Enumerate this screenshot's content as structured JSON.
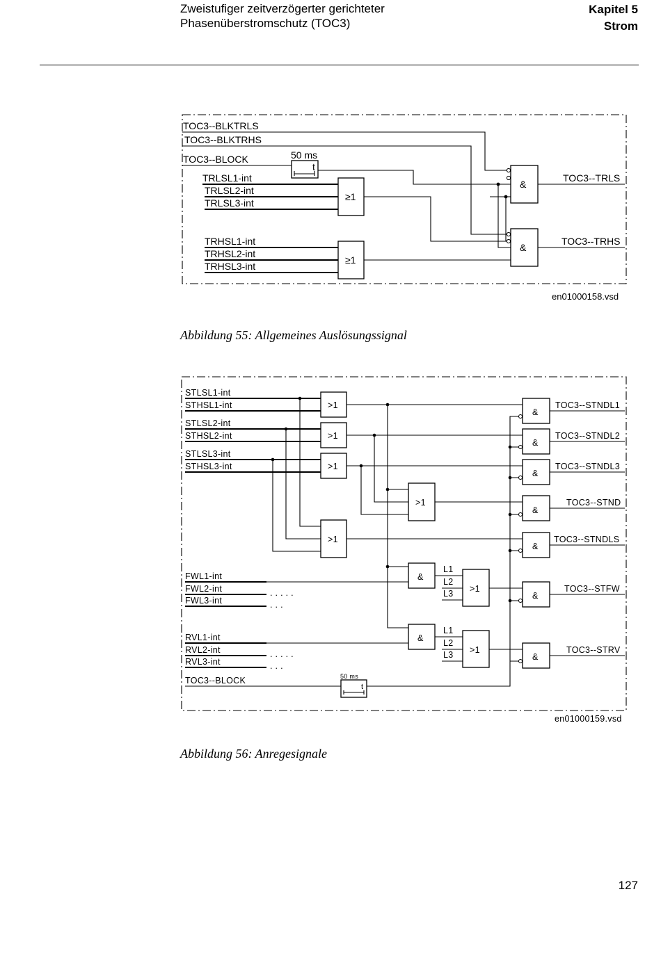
{
  "header": {
    "title_line1": "Zweistufiger zeitverzögerter gerichteter",
    "title_line2": "Phasenüberstromschutz (TOC3)",
    "chapter": "Kapitel 5",
    "chapter_title": "Strom"
  },
  "figure55": {
    "inputs": {
      "blktrls": "TOC3--BLKTRLS",
      "blktrhs": "TOC3--BLKTRHS",
      "block": "TOC3--BLOCK",
      "trlsl1": "TRLSL1-int",
      "trlsl2": "TRLSL2-int",
      "trlsl3": "TRLSL3-int",
      "trhsl1": "TRHSL1-int",
      "trhsl2": "TRHSL2-int",
      "trhsl3": "TRHSL3-int"
    },
    "timer_label": "50 ms",
    "timer_symbol": "t",
    "or_symbol": "≥1",
    "and_symbol": "&",
    "outputs": {
      "trls": "TOC3--TRLS",
      "trhs": "TOC3--TRHS"
    },
    "file": "en01000158.vsd",
    "caption": "Abbildung 55: Allgemeines Auslösungssignal"
  },
  "figure56": {
    "inputs": {
      "stlsl1": "STLSL1-int",
      "sthsl1": "STHSL1-int",
      "stlsl2": "STLSL2-int",
      "sthsl2": "STHSL2-int",
      "stlsl3": "STLSL3-int",
      "sthsl3": "STHSL3-int",
      "fwl1": "FWL1-int",
      "fwl2": "FWL2-int",
      "fwl3": "FWL3-int",
      "rvl1": "RVL1-int",
      "rvl2": "RVL2-int",
      "rvl3": "RVL3-int",
      "block": "TOC3--BLOCK"
    },
    "or_symbol": ">1",
    "and_symbol": "&",
    "phase_labels": [
      "L1",
      "L2",
      "L3"
    ],
    "dots_long": ". . . . .",
    "dots_short": ". . .",
    "timer_label": "50 ms",
    "timer_symbol": "t",
    "outputs": {
      "stndl1": "TOC3--STNDL1",
      "stndl2": "TOC3--STNDL2",
      "stndl3": "TOC3--STNDL3",
      "stnd": "TOC3--STND",
      "stndls": "TOC3--STNDLS",
      "stfw": "TOC3--STFW",
      "strv": "TOC3--STRV"
    },
    "file": "en01000159.vsd",
    "caption": "Abbildung 56: Anregesignale"
  },
  "page_number": "127"
}
